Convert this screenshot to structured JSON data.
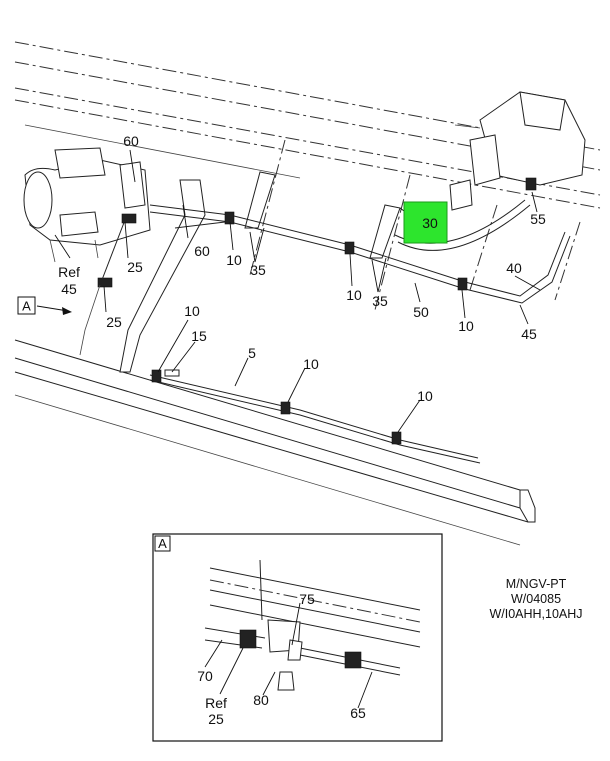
{
  "callouts": {
    "c60a": "60",
    "c60b": "60",
    "c25a": "25",
    "c25b": "25",
    "ref45_ref": "Ref",
    "ref45_num": "45",
    "c10a": "10",
    "c35a": "35",
    "c10b": "10",
    "c35b": "35",
    "c50": "50",
    "c10c": "10",
    "c40": "40",
    "c45": "45",
    "c30": "30",
    "c55": "55",
    "c10d": "10",
    "c15": "15",
    "c5": "5",
    "c10e": "10",
    "c10f": "10"
  },
  "view_marker": {
    "label": "A"
  },
  "detail": {
    "label": "A",
    "c75": "75",
    "c70": "70",
    "ref25_ref": "Ref",
    "ref25_num": "25",
    "c80": "80",
    "c65": "65"
  },
  "model_note": {
    "line1": "M/NGV-PT",
    "line2": "W/04085",
    "line3": "W/I0AHH,10AHJ"
  },
  "colors": {
    "highlight": "#2de52d",
    "line": "#222222"
  }
}
